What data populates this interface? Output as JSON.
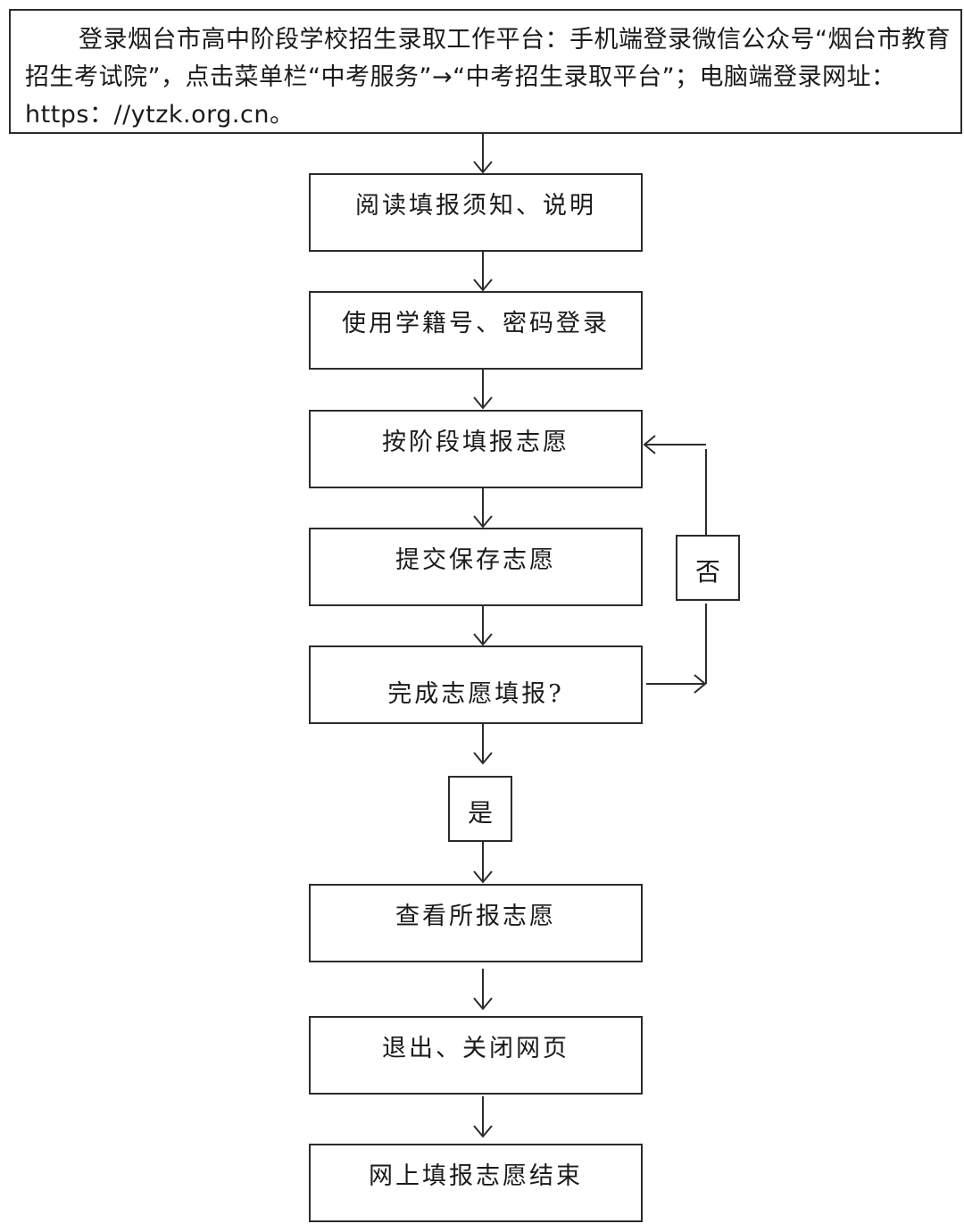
{
  "intro": {
    "text": "登录烟台市高中阶段学校招生录取工作平台：手机端登录微信公众号“烟台市教育招生考试院”，点击菜单栏“中考服务”→“中考招生录取平台”；电脑端登录网址：https：//ytzk.org.cn。"
  },
  "steps": [
    "阅读填报须知、说明",
    "使用学籍号、密码登录",
    "按阶段填报志愿",
    "提交保存志愿",
    "完成志愿填报?",
    "查看所报志愿",
    "退出、关闭网页",
    "网上填报志愿结束"
  ],
  "branches": {
    "no": "否",
    "yes": "是"
  }
}
